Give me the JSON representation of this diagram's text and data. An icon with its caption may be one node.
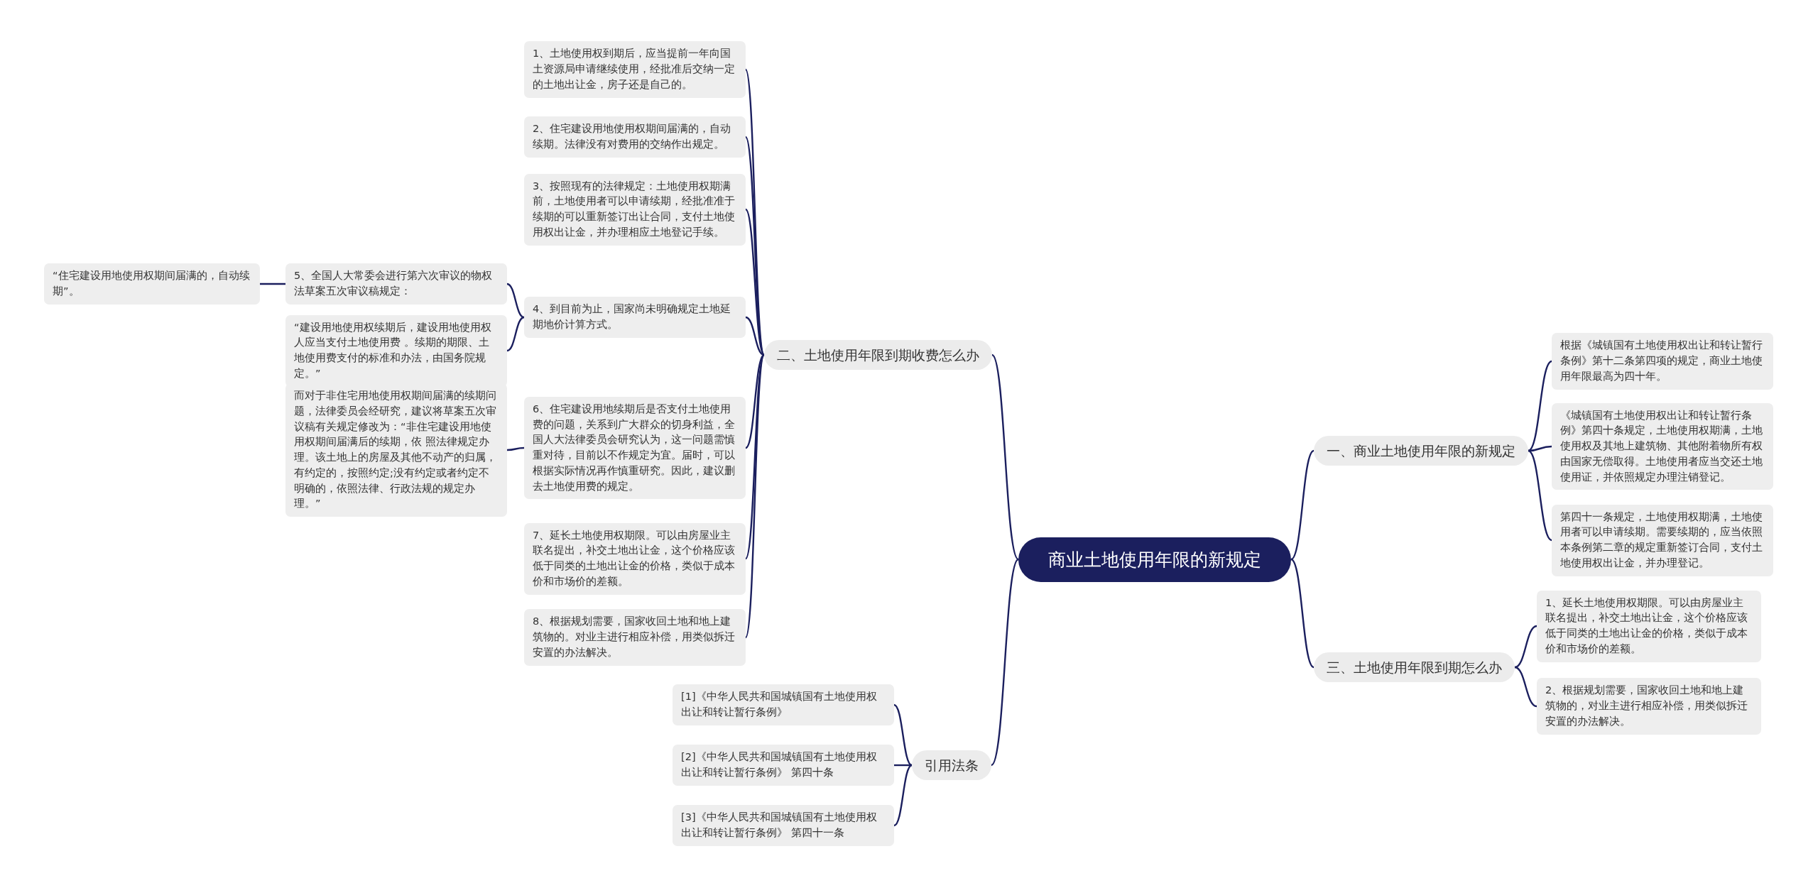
{
  "diagram": {
    "nodes": [
      {
        "text": [
          "商业土地使用年限的新规定"
        ]
      },
      {
        "text": [
          "二、土地使用年限到期收费怎么办"
        ]
      },
      {
        "text": [
          "1、土地使用权到期后，应当提前一年向国土资源局申请继续使用，经批准后交纳一定的土地出让金，房子还是自己的。"
        ]
      },
      {
        "text": [
          "2、住宅建设用地使用权期间届满的，自动续期。法律没有对费用的交纳作出规定。"
        ]
      },
      {
        "text": [
          "3、按照现有的法律规定：土地使用权期满前，土地使用者可以申请续期，经批准准于续期的可以重新签订出让合同，支付土地使用权出让金，并办理相应土地登记手续。"
        ]
      },
      {
        "text": [
          "4、到目前为止，国家尚未明确规定土地延期地价计算方式。"
        ]
      },
      {
        "text": [
          "5、全国人大常委会进行第六次审议的物权法草案五次审议稿规定："
        ]
      },
      {
        "text": [
          "“住宅建设用地使用权期间届满的，自动续期”。"
        ]
      },
      {
        "text": [
          "“建设用地使用权续期后，建设用地使用权人应当支付土地使用费 。续期的期限、土地使用费支付的标准和办法，由国务院规定。”"
        ]
      },
      {
        "text": [
          "6、住宅建设用地续期后是否支付土地使用费的问题，关系到广大群众的切身利益，全国人大法律委员会研究认为，这一问题需慎重对待，目前以不作规定为宜。届时，可以根据实际情况再作慎重研究。因此，建议删去土地使用费的规定。"
        ]
      },
      {
        "text": [
          "而对于非住宅用地使用权期间届满的续期问题，法律委员会经研究，建议将草案五次审议稿有关规定修改为：“非住宅建设用地使用权期间届满后的续期，依 照法律规定办理。该土地上的房屋及其他不动产的归属，有约定的，按照约定;没有约定或者约定不明确的，依照法律、行政法规的规定办理。”"
        ]
      },
      {
        "text": [
          "7、延长土地使用权期限。可以由房屋业主联名提出，补交土地出让金，这个价格应该低于同类的土地出让金的价格，类似于成本价和市场价的差额。"
        ]
      },
      {
        "text": [
          "8、根据规划需要，国家收回土地和地上建筑物的。对业主进行相应补偿，用类似拆迁安置的办法解决。"
        ]
      },
      {
        "text": [
          "引用法条"
        ]
      },
      {
        "text": [
          "[1]《中华人民共和国城镇国有土地使用权出让和转让暂行条例》"
        ]
      },
      {
        "text": [
          "[2]《中华人民共和国城镇国有土地使用权出让和转让暂行条例》 第四十条"
        ]
      },
      {
        "text": [
          "[3]《中华人民共和国城镇国有土地使用权出让和转让暂行条例》 第四十一条"
        ]
      },
      {
        "text": [
          "一、商业土地使用年限的新规定"
        ]
      },
      {
        "text": [
          "根据《城镇国有土地使用权出让和转让暂行条例》第十二条第四项的规定，商业土地使用年限最高为四十年。"
        ]
      },
      {
        "text": [
          "《城镇国有土地使用权出让和转让暂行条例》第四十条规定，土地使用权期满，土地使用权及其地上建筑物、其他附着物所有权由国家无偿取得。土地使用者应当交还土地使用证，并依照规定办理注销登记。"
        ]
      },
      {
        "text": [
          "第四十一条规定，土地使用权期满，土地使用者可以申请续期。需要续期的，应当依照本条例第二章的规定重新签订合同，支付土地使用权出让金，并办理登记。"
        ]
      },
      {
        "text": [
          "三、土地使用年限到期怎么办"
        ]
      },
      {
        "text": [
          "1、延长土地使用权期限。可以由房屋业主联名提出，补交土地出让金，这个价格应该低于同类的土地出让金的价格，类似于成本价和市场价的差额。"
        ]
      },
      {
        "text": [
          "2、根据规划需要，国家收回土地和地上建筑物的，对业主进行相应补偿，用类似拆迁安置的办法解决。"
        ]
      }
    ],
    "edges": [
      {
        "from": 0,
        "to": 1,
        "arrow": "none"
      },
      {
        "from": 1,
        "to": 2,
        "arrow": "none"
      },
      {
        "from": 1,
        "to": 3,
        "arrow": "none"
      },
      {
        "from": 1,
        "to": 4,
        "arrow": "none"
      },
      {
        "from": 1,
        "to": 5,
        "arrow": "none"
      },
      {
        "from": 5,
        "to": 6,
        "arrow": "none"
      },
      {
        "from": 6,
        "to": 7,
        "arrow": "none"
      },
      {
        "from": 5,
        "to": 8,
        "arrow": "none"
      },
      {
        "from": 1,
        "to": 9,
        "arrow": "none"
      },
      {
        "from": 9,
        "to": 10,
        "arrow": "none"
      },
      {
        "from": 1,
        "to": 11,
        "arrow": "none"
      },
      {
        "from": 1,
        "to": 12,
        "arrow": "none"
      },
      {
        "from": 0,
        "to": 13,
        "arrow": "none"
      },
      {
        "from": 13,
        "to": 14,
        "arrow": "none"
      },
      {
        "from": 13,
        "to": 15,
        "arrow": "none"
      },
      {
        "from": 13,
        "to": 16,
        "arrow": "none"
      },
      {
        "from": 0,
        "to": 17,
        "arrow": "none"
      },
      {
        "from": 17,
        "to": 18,
        "arrow": "none"
      },
      {
        "from": 17,
        "to": 19,
        "arrow": "none"
      },
      {
        "from": 17,
        "to": 20,
        "arrow": "none"
      },
      {
        "from": 0,
        "to": 21,
        "arrow": "none"
      },
      {
        "from": 21,
        "to": 22,
        "arrow": "none"
      },
      {
        "from": 21,
        "to": 23,
        "arrow": "none"
      }
    ]
  }
}
